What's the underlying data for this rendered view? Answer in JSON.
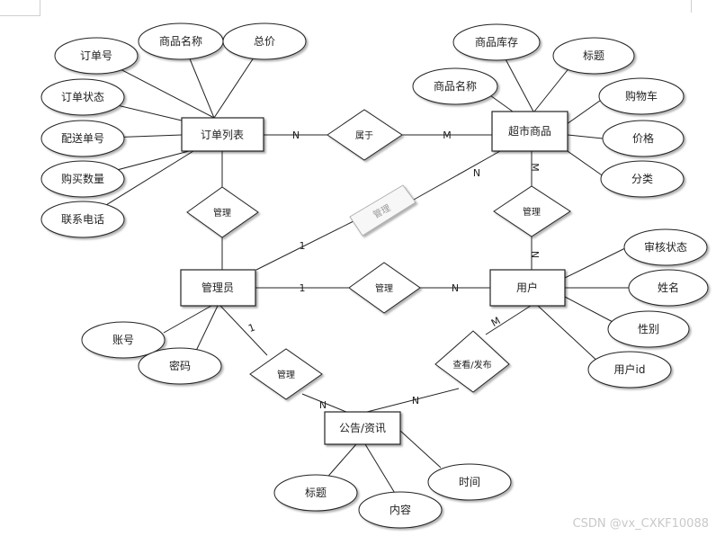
{
  "entities": {
    "order_list": "订单列表",
    "product": "超市商品",
    "admin": "管理员",
    "user": "用户",
    "notice": "公告/资讯"
  },
  "relationships": {
    "belongs_to": "属于",
    "manage_order": "管理",
    "manage_product": "管理",
    "manage_user": "管理",
    "manage_product_user": "管理",
    "manage_notice": "管理",
    "view_publish": "查看/发布"
  },
  "attributes": {
    "order_no": "订单号",
    "order_product_name": "商品名称",
    "total_price": "总价",
    "order_status": "订单状态",
    "delivery_no": "配送单号",
    "quantity": "购买数量",
    "phone": "联系电话",
    "stock": "商品库存",
    "title": "标题",
    "product_name": "商品名称",
    "cart": "购物车",
    "price": "价格",
    "category": "分类",
    "review_status": "审核状态",
    "name": "姓名",
    "gender": "性别",
    "user_id": "用户id",
    "account": "账号",
    "password": "密码",
    "notice_title": "标题",
    "content": "内容",
    "time": "时间"
  },
  "cardinalities": {
    "belongs_to_left": "N",
    "belongs_to_right": "M",
    "admin_product_admin": "1",
    "admin_product_product": "N",
    "product_user_top": "M",
    "product_user_bottom": "N",
    "admin_user_admin": "1",
    "admin_user_user": "N",
    "admin_notice_admin": "1",
    "admin_notice_notice": "N",
    "user_notice_user": "M",
    "user_notice_notice": "N"
  },
  "watermark": "CSDN @vx_CXKF10088"
}
